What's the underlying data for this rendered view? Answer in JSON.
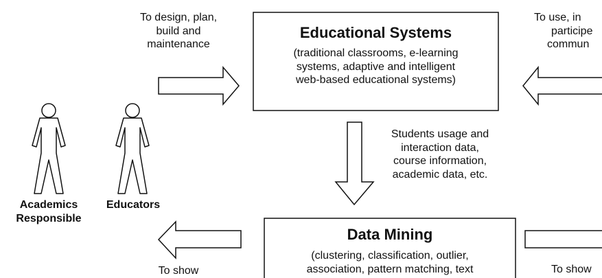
{
  "top_box": {
    "title": "Educational Systems",
    "lines": [
      "(traditional classrooms, e-learning",
      "systems, adaptive and intelligent",
      "web-based educational systems)"
    ]
  },
  "bottom_box": {
    "title": "Data Mining",
    "lines": [
      "(clustering, classification, outlier,",
      "association, pattern matching, text"
    ]
  },
  "flows": {
    "educators_to_systems": [
      "To design, plan,",
      "build and",
      "maintenance"
    ],
    "students_to_systems": [
      "To use, in",
      "participe",
      "commun"
    ],
    "systems_to_mining": [
      "Students usage and",
      "interaction data,",
      "course information,",
      "academic data, etc."
    ],
    "mining_to_educators": [
      "To show"
    ],
    "mining_to_students": [
      "To show"
    ]
  },
  "actors": {
    "academics": [
      "Academics",
      "Responsible"
    ],
    "educators": [
      "Educators"
    ]
  }
}
